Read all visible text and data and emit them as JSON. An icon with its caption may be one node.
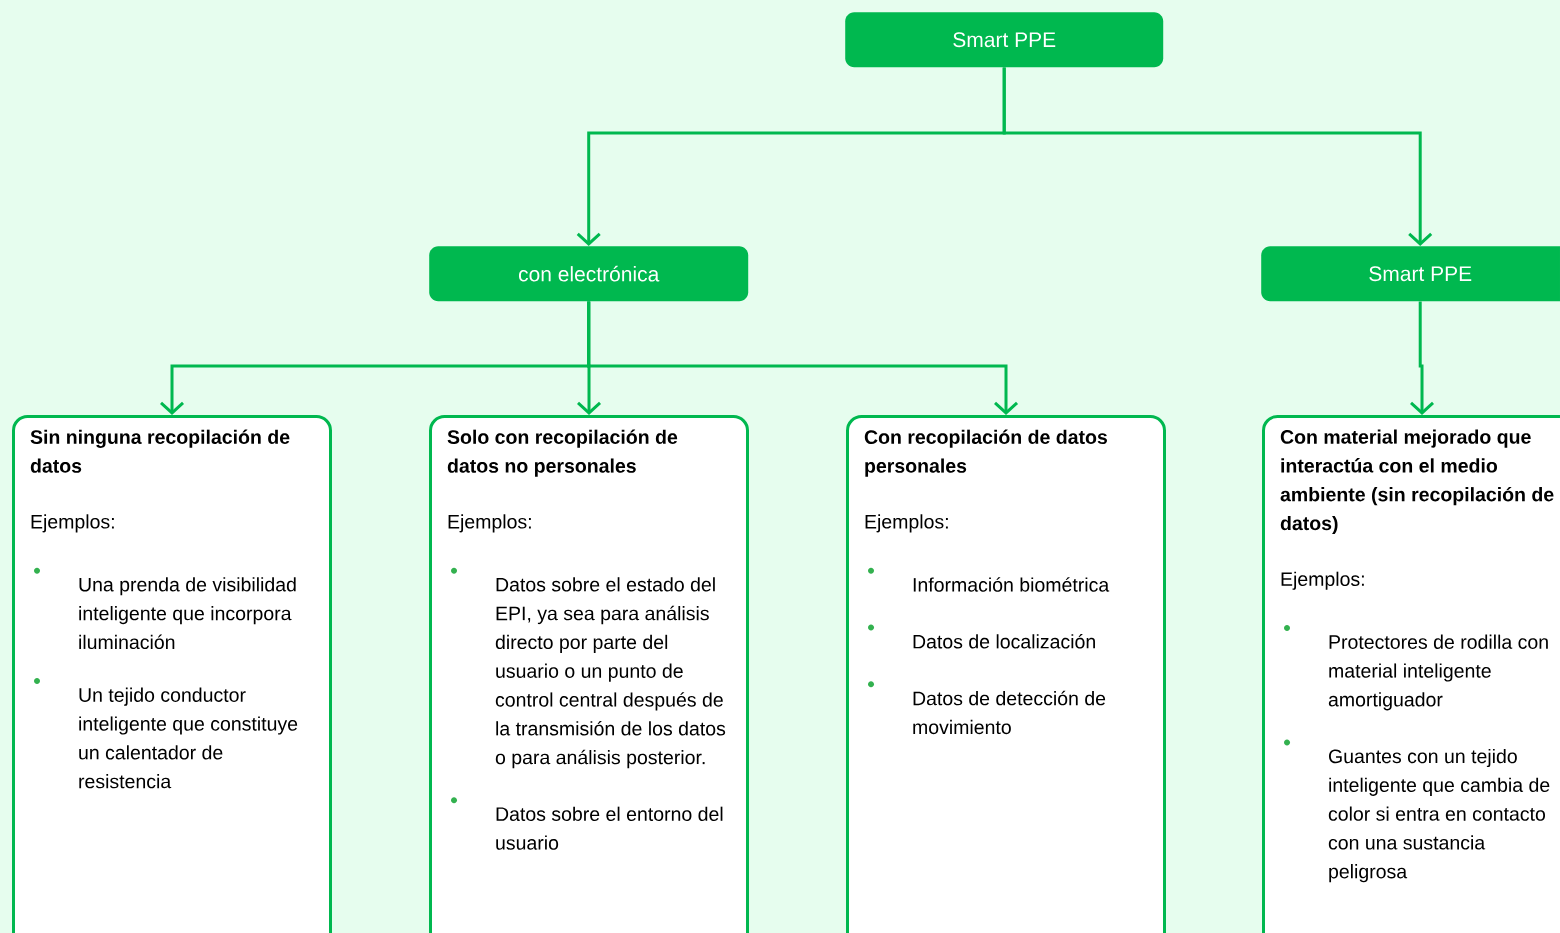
{
  "diagram": {
    "nodes": [
      {
        "text": [
          "Smart PPE"
        ]
      },
      {
        "text": [
          "con electrónica"
        ]
      },
      {
        "text": [
          "Smart PPE"
        ]
      },
      {
        "text": [
          "Sin ninguna recopilación de datos",
          "Ejemplos:",
          "Una prenda de visibilidad inteligente que incorpora iluminación",
          "Un tejido conductor inteligente que constituye un calentador de resistencia"
        ]
      },
      {
        "text": [
          "Solo con recopilación de datos no personales",
          "Ejemplos:",
          "Datos sobre el estado del EPI, ya sea para análisis directo por parte del usuario o un punto de control central después de la transmisión de los datos o para análisis posterior.",
          "Datos sobre el entorno del usuario"
        ]
      },
      {
        "text": [
          "Con recopilación de datos personales",
          "Ejemplos:",
          "Información biométrica",
          "Datos de localización",
          "Datos de detección de movimiento"
        ]
      },
      {
        "text": [
          "Con material mejorado que interactúa con el medio ambiente (sin recopilación de datos)",
          "Ejemplos:",
          "Protectores de rodilla con material inteligente amortiguador",
          "Guantes con un tejido inteligente que cambia de color si entra en contacto con una sustancia peligrosa"
        ]
      }
    ],
    "edges": [
      {
        "from": 0,
        "to": 1,
        "arrow": "to"
      },
      {
        "from": 0,
        "to": 2,
        "arrow": "to"
      },
      {
        "from": 1,
        "to": 3,
        "arrow": "to"
      },
      {
        "from": 1,
        "to": 4,
        "arrow": "to"
      },
      {
        "from": 1,
        "to": 5,
        "arrow": "to"
      },
      {
        "from": 2,
        "to": 6,
        "arrow": "to"
      }
    ]
  }
}
